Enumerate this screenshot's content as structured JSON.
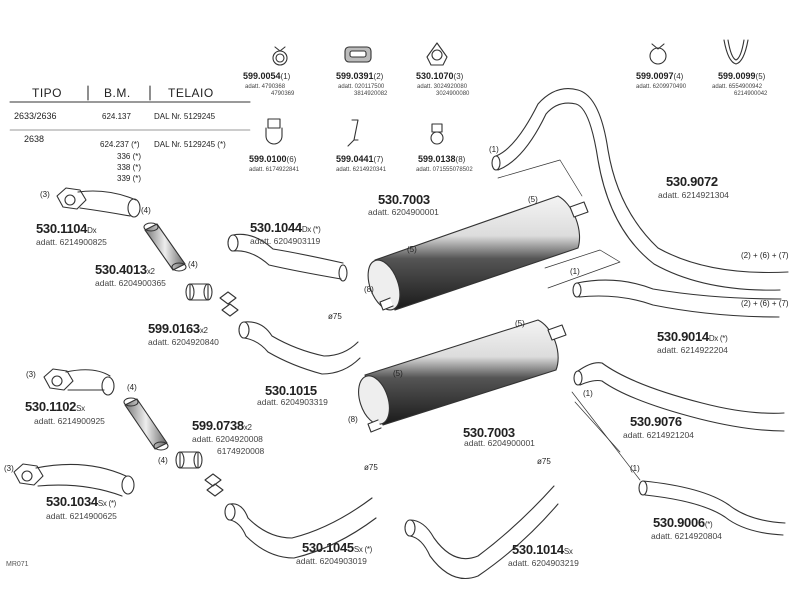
{
  "table": {
    "headers": [
      "TIPO",
      "B.M.",
      "TELAIO"
    ],
    "rows": [
      {
        "tipo": "2633/2636",
        "bm": "624.137",
        "telaio": "DAL Nr. 5129245"
      },
      {
        "tipo": "2638",
        "bm": "624.237 (*)",
        "telaio": "DAL Nr. 5129245 (*)"
      }
    ],
    "extra_bm": [
      "336 (*)",
      "338 (*)",
      "339 (*)"
    ]
  },
  "small_parts": [
    {
      "number": "599.0054",
      "count": "(1)",
      "adatt": [
        "adatt. 4790368",
        "4790369"
      ],
      "icon": "clamp-ring-icon"
    },
    {
      "number": "599.0391",
      "count": "(2)",
      "adatt": [
        "adatt. 020117500",
        "3814920082"
      ],
      "icon": "rubber-mount-icon"
    },
    {
      "number": "530.1070",
      "count": "(3)",
      "adatt": [
        "adatt. 3024920080",
        "3024900080"
      ],
      "icon": "flange-gasket-icon"
    },
    {
      "number": "599.0097",
      "count": "(4)",
      "adatt": [
        "adatt. 6209970490"
      ],
      "icon": "spring-clip-icon"
    },
    {
      "number": "599.0099",
      "count": "(5)",
      "adatt": [
        "adatt. 6554900942",
        "6214900042"
      ],
      "icon": "u-hook-icon"
    },
    {
      "number": "599.0100",
      "count": "(6)",
      "adatt": [
        "adatt. 6174922841"
      ],
      "icon": "strap-clamp-icon"
    },
    {
      "number": "599.0441",
      "count": "(7)",
      "adatt": [
        "adatt. 6214920341"
      ],
      "icon": "bracket-icon"
    },
    {
      "number": "599.0138",
      "count": "(8)",
      "adatt": [
        "adatt. 071555078502"
      ],
      "icon": "pipe-clamp-icon"
    }
  ],
  "parts": [
    {
      "id": "p5301104",
      "number": "530.1104",
      "suffix": "Dx",
      "adatt": "adatt. 6214900825"
    },
    {
      "id": "p5304013",
      "number": "530.4013",
      "suffix": "x2",
      "adatt": "adatt. 6204900365"
    },
    {
      "id": "p5990163",
      "number": "599.0163",
      "suffix": "x2",
      "adatt": "adatt. 6204920840"
    },
    {
      "id": "p5301044",
      "number": "530.1044",
      "suffix": "Dx  (*)",
      "adatt": "adatt. 6204903119"
    },
    {
      "id": "p5307003a",
      "number": "530.7003",
      "suffix": "",
      "adatt": "adatt. 6204900001"
    },
    {
      "id": "p5309072",
      "number": "530.9072",
      "suffix": "",
      "adatt": "adatt. 6214921304"
    },
    {
      "id": "p5301015",
      "number": "530.1015",
      "suffix": "",
      "adatt": "adatt. 6204903319"
    },
    {
      "id": "p5309014",
      "number": "530.9014",
      "suffix": "Dx  (*)",
      "adatt": "adatt. 6214922204"
    },
    {
      "id": "p5301102",
      "number": "530.1102",
      "suffix": "Sx",
      "adatt": "adatt. 6214900925"
    },
    {
      "id": "p5990738",
      "number": "599.0738",
      "suffix": "x2",
      "adatt": "adatt. 6204920008",
      "adatt2": "6174920008"
    },
    {
      "id": "p5307003b",
      "number": "530.7003",
      "suffix": "",
      "adatt": "adatt. 6204900001"
    },
    {
      "id": "p5309076",
      "number": "530.9076",
      "suffix": "",
      "adatt": "adatt. 6214921204"
    },
    {
      "id": "p5301034",
      "number": "530.1034",
      "suffix": "Sx  (*)",
      "adatt": "adatt. 6214900625"
    },
    {
      "id": "p5301045",
      "number": "530.1045",
      "suffix": "Sx  (*)",
      "adatt": "adatt. 6204903019"
    },
    {
      "id": "p5301014",
      "number": "530.1014",
      "suffix": "Sx",
      "adatt": "adatt. 6204903219"
    },
    {
      "id": "p5309006",
      "number": "530.9006",
      "suffix": "(*)",
      "adatt": "adatt. 6214920804"
    }
  ],
  "callouts": {
    "c1": "(1)",
    "c3": "(3)",
    "c4": "(4)",
    "c5": "(5)",
    "c8": "(8)",
    "combo": "(2) + (6) + (7)",
    "dia75": "ø75"
  },
  "footer": "MR071",
  "colors": {
    "line": "#333333",
    "muffler_dark": "#2a2a2a",
    "muffler_light": "#f4f4f4"
  }
}
